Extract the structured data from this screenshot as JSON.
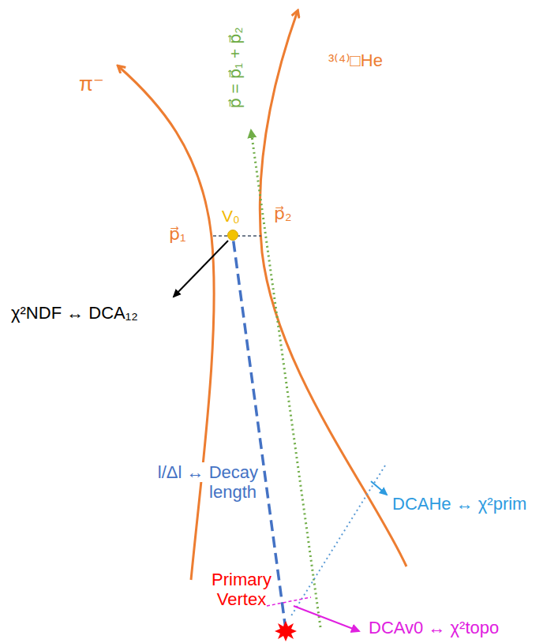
{
  "diagram": {
    "labels": [
      "π⁻",
      "p⃗ = p⃗₁ + p⃗₂",
      "³⁽⁴⁾□He",
      "V₀",
      "p⃗₁",
      "p⃗₂",
      "χ²NDF ↔ DCA₁₂",
      "l/Δl ↔ Decay length",
      "DCAHe ↔ χ²prim",
      "DCAv0 ↔ χ²topo",
      "Primary Vertex"
    ]
  }
}
